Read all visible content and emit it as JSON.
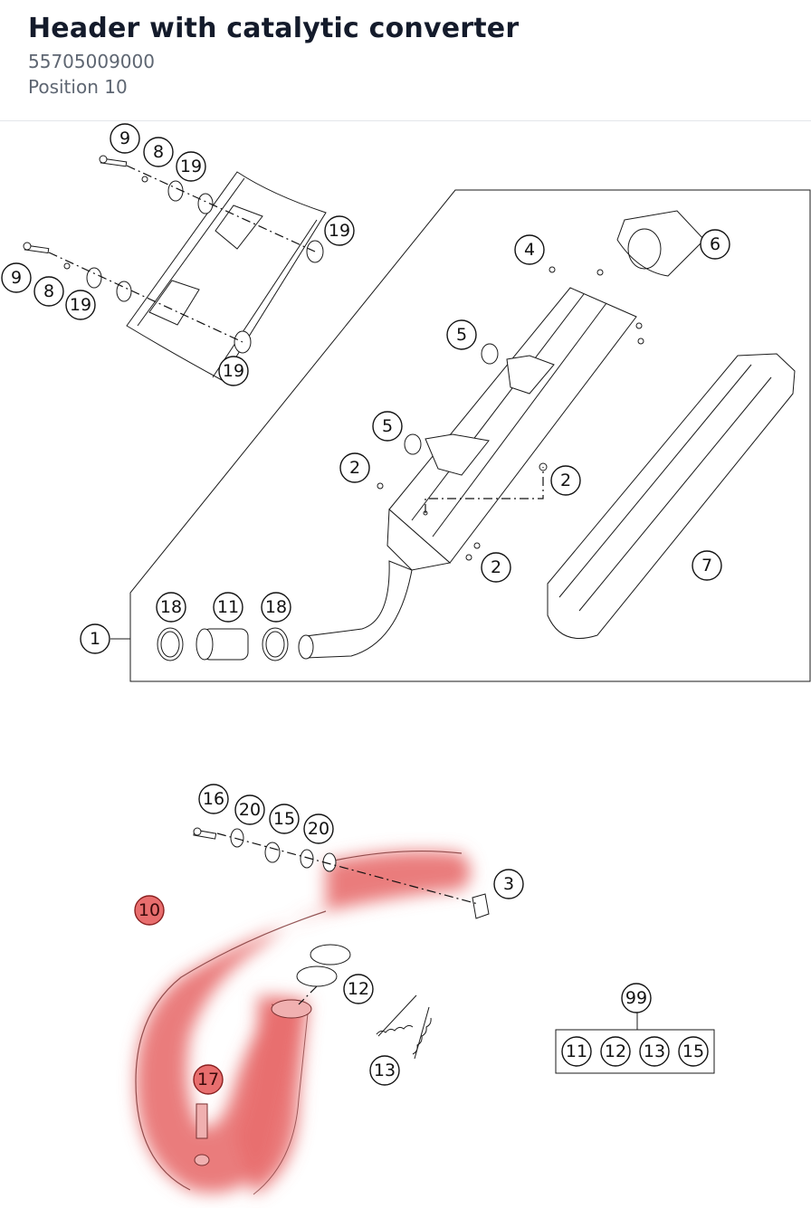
{
  "header": {
    "title": "Header with catalytic converter",
    "part_number": "55705009000",
    "position": "Position 10"
  },
  "diagram": {
    "highlight_color": "#e86e6e",
    "callouts": [
      {
        "label": "9"
      },
      {
        "label": "8"
      },
      {
        "label": "19"
      },
      {
        "label": "19"
      },
      {
        "label": "9"
      },
      {
        "label": "8"
      },
      {
        "label": "19"
      },
      {
        "label": "19"
      },
      {
        "label": "4"
      },
      {
        "label": "6"
      },
      {
        "label": "5"
      },
      {
        "label": "5"
      },
      {
        "label": "2"
      },
      {
        "label": "2"
      },
      {
        "label": "2"
      },
      {
        "label": "7"
      },
      {
        "label": "18"
      },
      {
        "label": "11"
      },
      {
        "label": "18"
      },
      {
        "label": "1"
      },
      {
        "label": "16"
      },
      {
        "label": "20"
      },
      {
        "label": "15"
      },
      {
        "label": "20"
      },
      {
        "label": "3"
      },
      {
        "label": "10",
        "highlighted": true
      },
      {
        "label": "12"
      },
      {
        "label": "13"
      },
      {
        "label": "17",
        "highlighted": true
      },
      {
        "label": "99"
      },
      {
        "label": "11"
      },
      {
        "label": "12"
      },
      {
        "label": "13"
      },
      {
        "label": "15"
      }
    ]
  }
}
